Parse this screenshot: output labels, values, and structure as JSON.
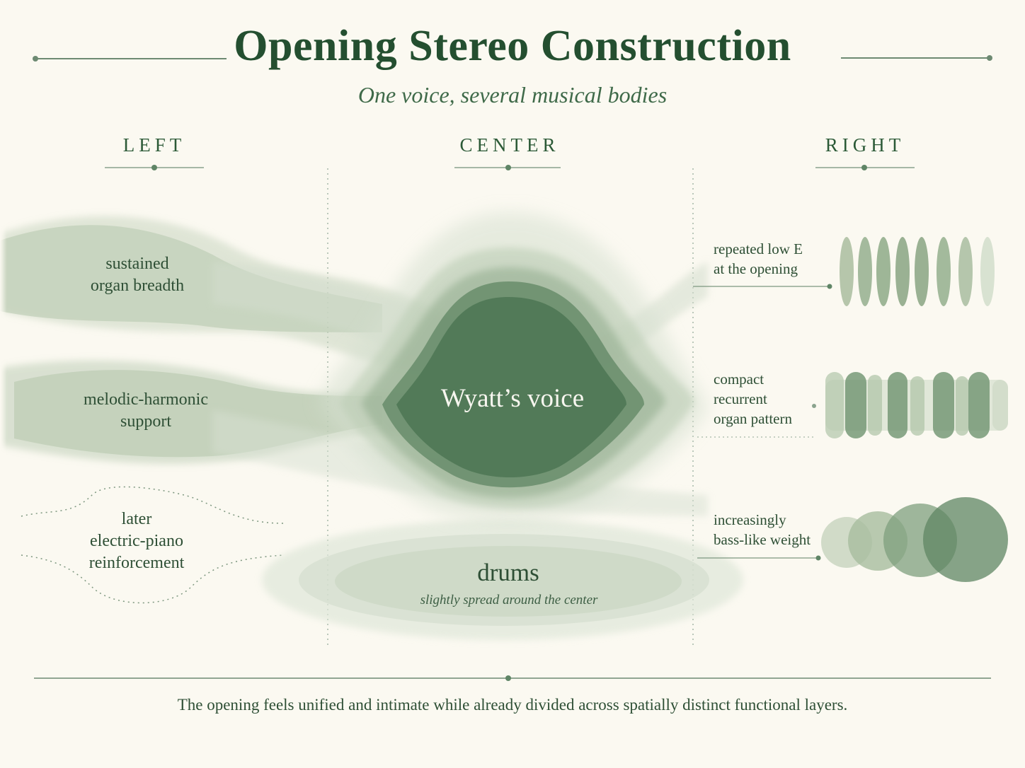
{
  "title": "Opening Stereo Construction",
  "subtitle": "One voice, several musical bodies",
  "columns": {
    "left": "LEFT",
    "center": "CENTER",
    "right": "RIGHT"
  },
  "left_layers": [
    {
      "lines": [
        "sustained",
        "organ breadth"
      ]
    },
    {
      "lines": [
        "melodic-harmonic",
        "support"
      ]
    },
    {
      "lines": [
        "later",
        "electric-piano",
        "reinforcement"
      ]
    }
  ],
  "center": {
    "voice": "Wyatt’s voice",
    "drums": "drums",
    "drums_note": "slightly spread around the center"
  },
  "right_layers": [
    {
      "lines": [
        "repeated low E",
        "at the opening"
      ]
    },
    {
      "lines": [
        "compact",
        "recurrent",
        "organ pattern"
      ]
    },
    {
      "lines": [
        "increasingly",
        "bass-like weight"
      ]
    }
  ],
  "footer": "The opening feels unified and intimate while already divided across spatially distinct functional layers.",
  "colors": {
    "background": "#fbf9f1",
    "accent": "#2f6a3f",
    "title": "#244f30",
    "rule": "#6d8a72"
  }
}
